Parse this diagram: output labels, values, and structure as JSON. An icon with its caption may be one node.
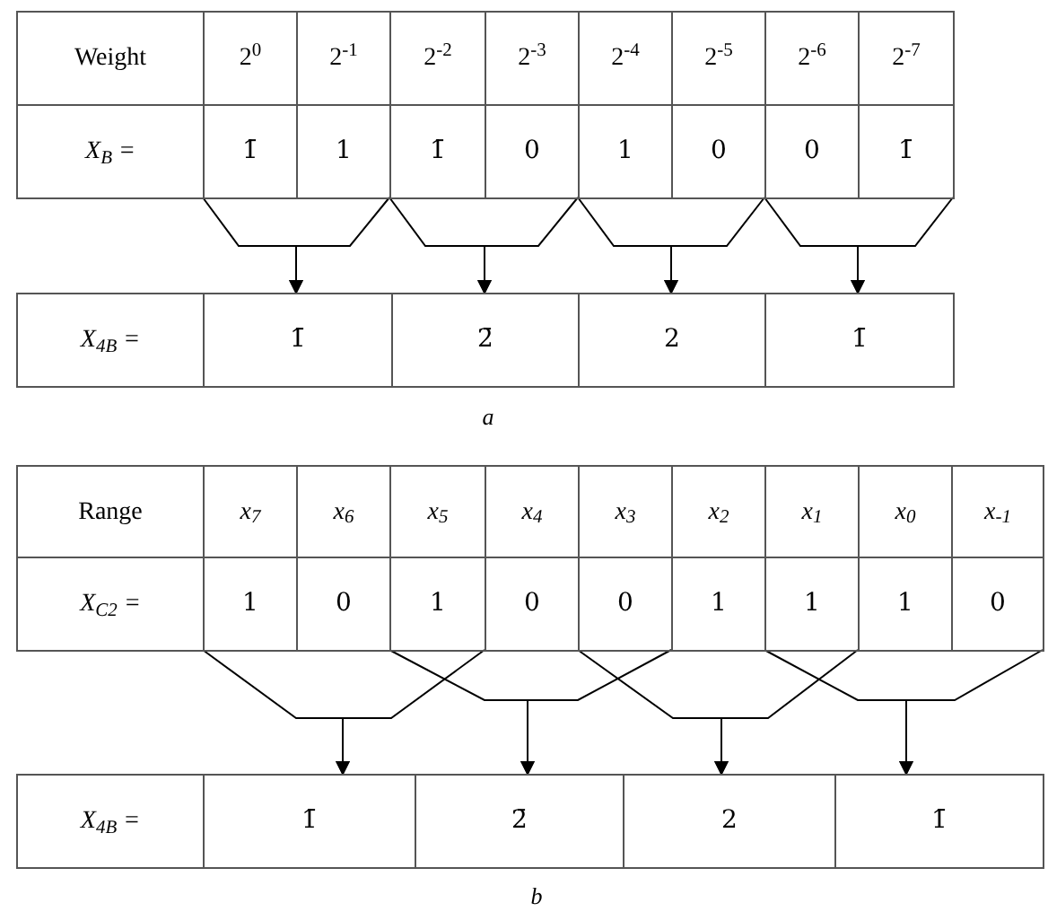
{
  "diagram": {
    "nodes": [
      {
        "text": [
          "Weight"
        ]
      },
      {
        "text": [
          "2$^{0}$"
        ]
      },
      {
        "text": [
          "2$^{-1}$"
        ]
      },
      {
        "text": [
          "2$^{-2}$"
        ]
      },
      {
        "text": [
          "2$^{-3}$"
        ]
      },
      {
        "text": [
          "2$^{-4}$"
        ]
      },
      {
        "text": [
          "2$^{-5}$"
        ]
      },
      {
        "text": [
          "2$^{-6}$"
        ]
      },
      {
        "text": [
          "2$^{-7}$"
        ]
      },
      {
        "text": [
          "*X*$_{B}$ ="
        ]
      },
      {
        "text": [
          "1̄"
        ]
      },
      {
        "text": [
          "1"
        ]
      },
      {
        "text": [
          "1̄"
        ]
      },
      {
        "text": [
          "0"
        ]
      },
      {
        "text": [
          "1"
        ]
      },
      {
        "text": [
          "0"
        ]
      },
      {
        "text": [
          "0"
        ]
      },
      {
        "text": [
          "1̄"
        ]
      },
      {
        "text": [
          "*X*$_{4B}$ ="
        ]
      },
      {
        "text": [
          "1̄"
        ]
      },
      {
        "text": [
          "2̄"
        ]
      },
      {
        "text": [
          "2"
        ]
      },
      {
        "text": [
          "1̄"
        ]
      },
      {
        "text": [
          "Range"
        ]
      },
      {
        "text": [
          "*x*$_{7}$"
        ]
      },
      {
        "text": [
          "*x*$_{6}$"
        ]
      },
      {
        "text": [
          "*x*$_{5}$"
        ]
      },
      {
        "text": [
          "*x*$_{4}$"
        ]
      },
      {
        "text": [
          "*x*$_{3}$"
        ]
      },
      {
        "text": [
          "*x*$_{2}$"
        ]
      },
      {
        "text": [
          "*x*$_{1}$"
        ]
      },
      {
        "text": [
          "*x*$_{0}$"
        ]
      },
      {
        "text": [
          "*x*$_{-1}$"
        ]
      },
      {
        "text": [
          "*X*$_{C2}$ ="
        ]
      },
      {
        "text": [
          "1"
        ]
      },
      {
        "text": [
          "0"
        ]
      },
      {
        "text": [
          "1"
        ]
      },
      {
        "text": [
          "0"
        ]
      },
      {
        "text": [
          "0"
        ]
      },
      {
        "text": [
          "1"
        ]
      },
      {
        "text": [
          "1"
        ]
      },
      {
        "text": [
          "1"
        ]
      },
      {
        "text": [
          "0"
        ]
      },
      {
        "text": [
          "*X*$_{4B}$ ="
        ]
      },
      {
        "text": [
          "1̄"
        ]
      },
      {
        "text": [
          "2̄"
        ]
      },
      {
        "text": [
          "2"
        ]
      },
      {
        "text": [
          "1̄"
        ]
      }
    ],
    "edges": [
      {
        "from": 10,
        "to": 19,
        "arrow": "to"
      },
      {
        "from": 11,
        "to": 19,
        "arrow": "to"
      },
      {
        "from": 12,
        "to": 20,
        "arrow": "to"
      },
      {
        "from": 13,
        "to": 20,
        "arrow": "to"
      },
      {
        "from": 14,
        "to": 21,
        "arrow": "to"
      },
      {
        "from": 15,
        "to": 21,
        "arrow": "to"
      },
      {
        "from": 16,
        "to": 22,
        "arrow": "to"
      },
      {
        "from": 17,
        "to": 22,
        "arrow": "to"
      },
      {
        "from": 34,
        "to": 44,
        "arrow": "to"
      },
      {
        "from": 36,
        "to": 44,
        "arrow": "to"
      },
      {
        "from": 36,
        "to": 45,
        "arrow": "to"
      },
      {
        "from": 38,
        "to": 45,
        "arrow": "to"
      },
      {
        "from": 38,
        "to": 46,
        "arrow": "to"
      },
      {
        "from": 40,
        "to": 46,
        "arrow": "to"
      },
      {
        "from": 40,
        "to": 47,
        "arrow": "to"
      },
      {
        "from": 42,
        "to": 47,
        "arrow": "to"
      }
    ],
    "labels": [
      "a",
      "b"
    ]
  }
}
